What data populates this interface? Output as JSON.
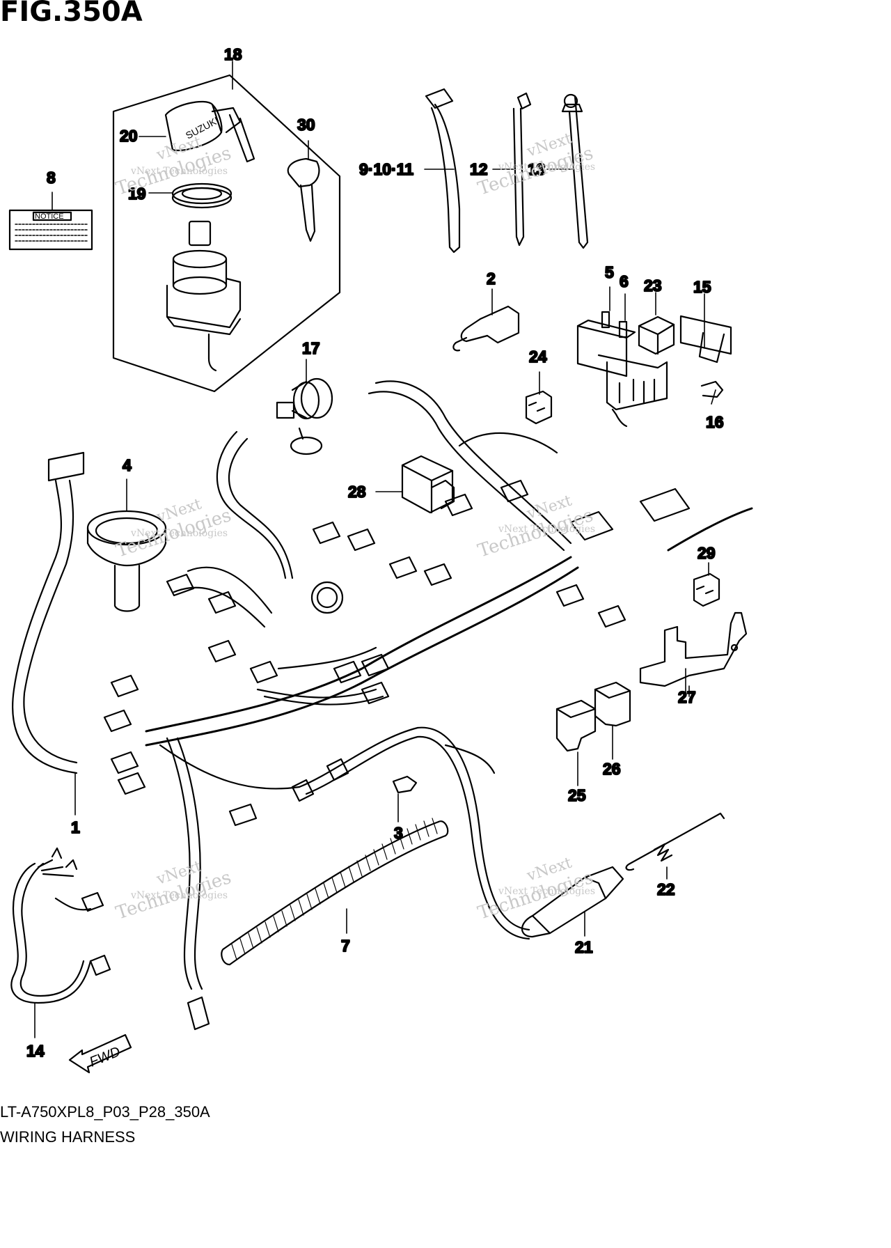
{
  "figure": {
    "title": "FIG.350A"
  },
  "footer": {
    "code": "LT-A750XPL8_P03_P28_350A",
    "name": "WIRING HARNESS"
  },
  "notice_label": "NOTICE",
  "key_brand": "SUZUKI",
  "fwd_label": "FWD",
  "watermark": {
    "line1": "vNext",
    "line2": "Technologies",
    "small": "vNext Technologies"
  },
  "callouts": {
    "c1": "1",
    "c2": "2",
    "c3": "3",
    "c4": "4",
    "c5": "5",
    "c6": "6",
    "c7": "7",
    "c8": "8",
    "c9_10_11": "9·10·11",
    "c12": "12",
    "c13": "13",
    "c14": "14",
    "c15": "15",
    "c16": "16",
    "c17": "17",
    "c18": "18",
    "c19": "19",
    "c20": "20",
    "c21": "21",
    "c22": "22",
    "c23": "23",
    "c24": "24",
    "c25": "25",
    "c26": "26",
    "c27": "27",
    "c28": "28",
    "c29": "29",
    "c30": "30"
  },
  "colors": {
    "line": "#000000",
    "paper": "#ffffff",
    "watermark": "#c8c8c8"
  }
}
